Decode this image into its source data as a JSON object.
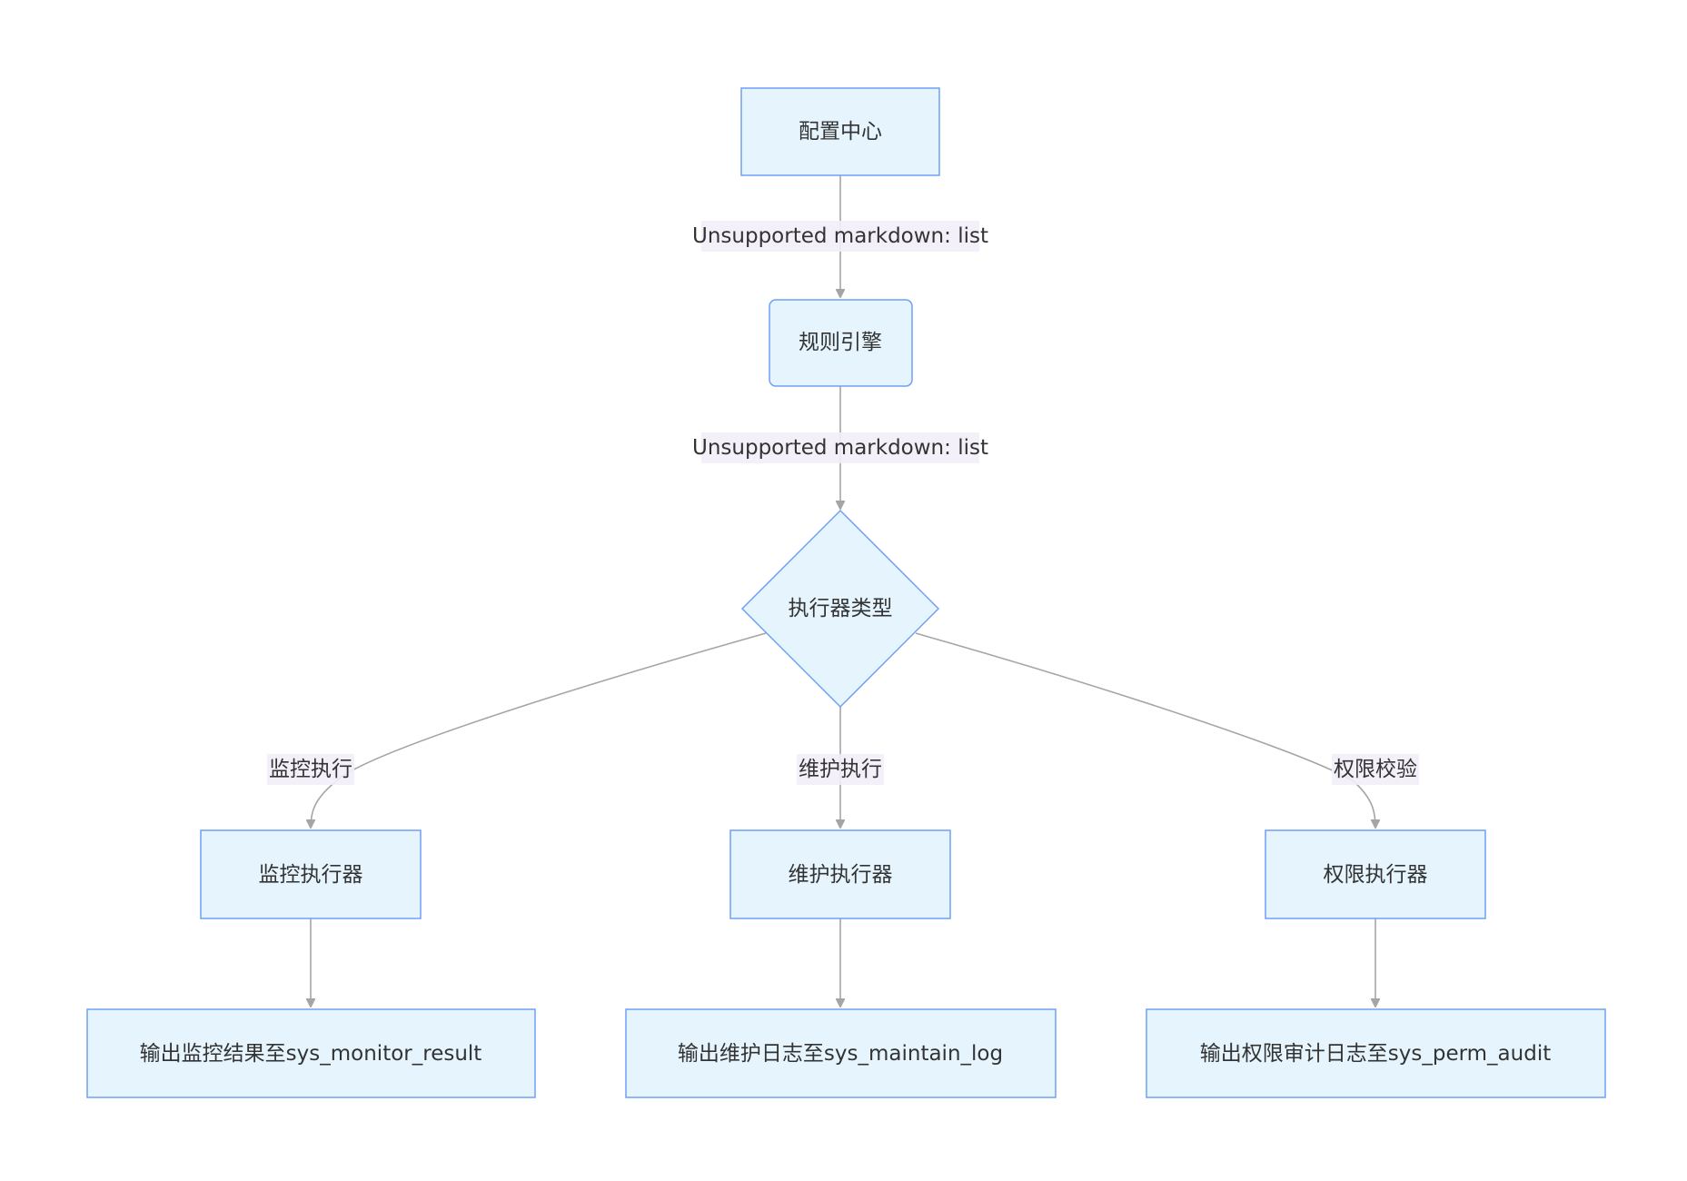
{
  "diagram": {
    "nodes": {
      "config_center": "配置中心",
      "rule_engine": "规则引擎",
      "executor_type": "执行器类型",
      "monitor_executor": "监控执行器",
      "maintain_executor": "维护执行器",
      "perm_executor": "权限执行器",
      "monitor_output": "输出监控结果至sys_monitor_result",
      "maintain_output": "输出维护日志至sys_maintain_log",
      "perm_output": "输出权限审计日志至sys_perm_audit"
    },
    "edges": {
      "config_to_rule": "Unsupported markdown: list",
      "rule_to_type": "Unsupported markdown: list",
      "type_to_monitor": "监控执行",
      "type_to_maintain": "维护执行",
      "type_to_perm": "权限校验"
    },
    "colors": {
      "node_fill": "#e6f5fd",
      "node_stroke": "#6fa0f5",
      "edge": "#a5a5a5",
      "edge_label_bg": "#f3eefa",
      "text": "#333333"
    }
  }
}
